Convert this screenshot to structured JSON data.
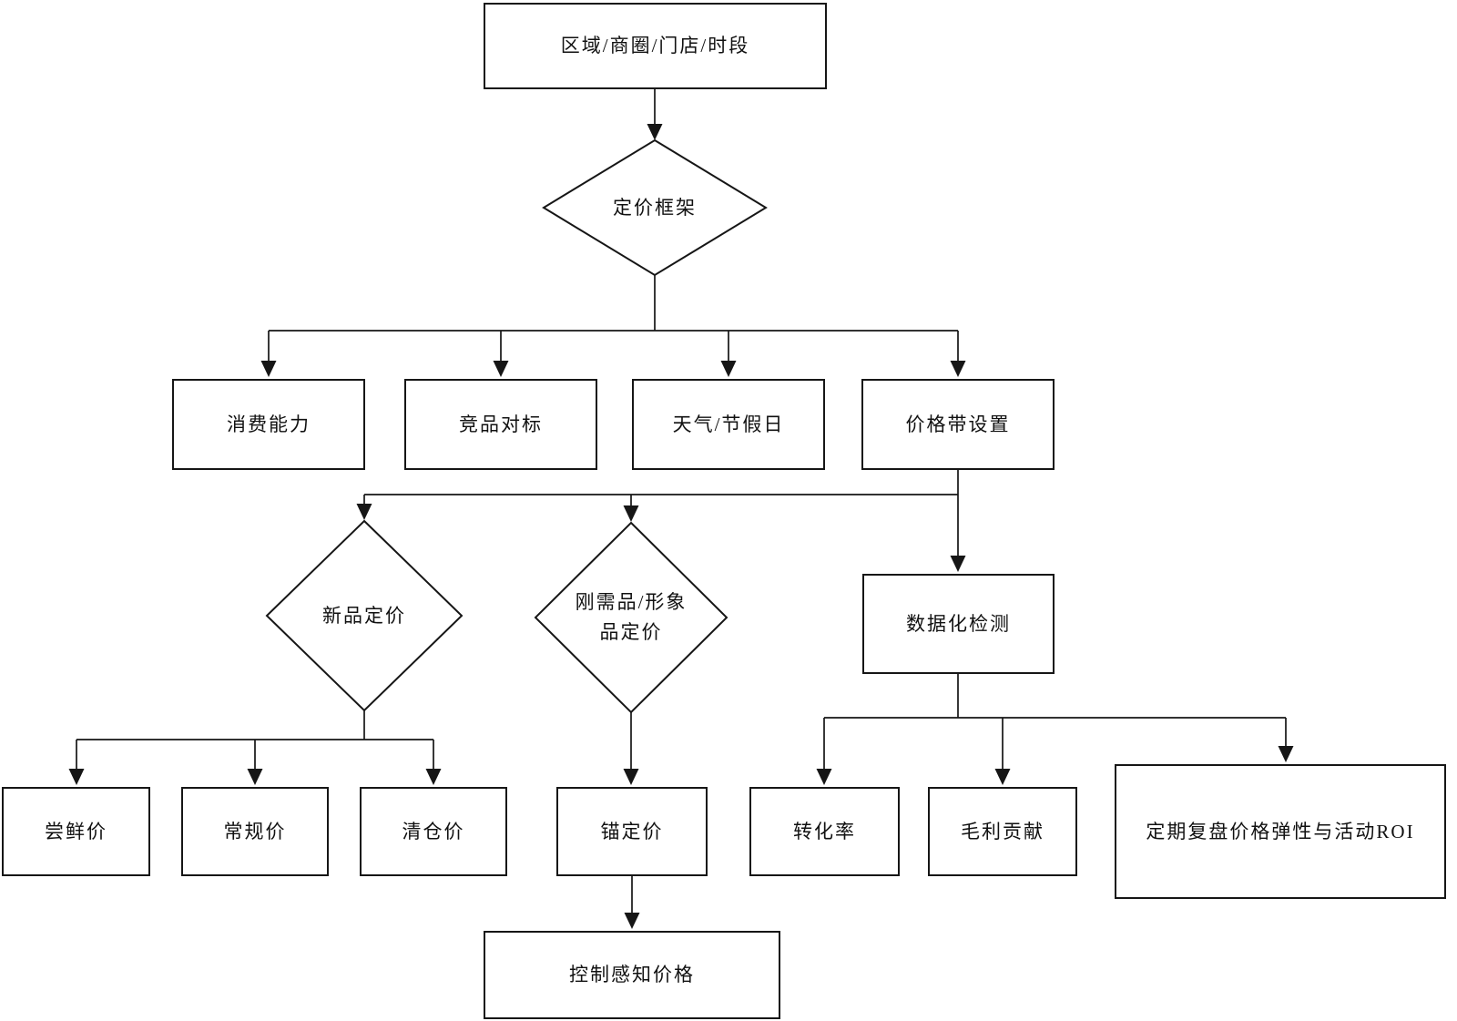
{
  "nodes": {
    "region": {
      "label": "区域/商圈/门店/时段",
      "shape": "rect"
    },
    "pricing_framework": {
      "label": "定价框架",
      "shape": "diamond"
    },
    "consumption_power": {
      "label": "消费能力",
      "shape": "rect"
    },
    "competitor_benchmark": {
      "label": "竞品对标",
      "shape": "rect"
    },
    "weather_holiday": {
      "label": "天气/节假日",
      "shape": "rect"
    },
    "price_band": {
      "label": "价格带设置",
      "shape": "rect"
    },
    "new_product_pricing": {
      "label": "新品定价",
      "shape": "diamond"
    },
    "essential_image_pricing": {
      "label": "刚需品/形象\n品定价",
      "shape": "diamond"
    },
    "data_monitoring": {
      "label": "数据化检测",
      "shape": "rect"
    },
    "trial_price": {
      "label": "尝鲜价",
      "shape": "rect"
    },
    "regular_price": {
      "label": "常规价",
      "shape": "rect"
    },
    "clearance_price": {
      "label": "清仓价",
      "shape": "rect"
    },
    "anchor_price": {
      "label": "锚定价",
      "shape": "rect"
    },
    "conversion_rate": {
      "label": "转化率",
      "shape": "rect"
    },
    "gross_margin_contribution": {
      "label": "毛利贡献",
      "shape": "rect"
    },
    "elasticity_roi_review": {
      "label": "定期复盘价格弹性与活动ROI",
      "shape": "rect"
    },
    "perceived_price_control": {
      "label": "控制感知价格",
      "shape": "rect"
    }
  },
  "edges": [
    {
      "from": "region",
      "to": "pricing_framework"
    },
    {
      "from": "pricing_framework",
      "to": "consumption_power"
    },
    {
      "from": "pricing_framework",
      "to": "competitor_benchmark"
    },
    {
      "from": "pricing_framework",
      "to": "weather_holiday"
    },
    {
      "from": "pricing_framework",
      "to": "price_band"
    },
    {
      "from": "price_band",
      "to": "new_product_pricing"
    },
    {
      "from": "price_band",
      "to": "essential_image_pricing"
    },
    {
      "from": "price_band",
      "to": "data_monitoring"
    },
    {
      "from": "new_product_pricing",
      "to": "trial_price"
    },
    {
      "from": "new_product_pricing",
      "to": "regular_price"
    },
    {
      "from": "new_product_pricing",
      "to": "clearance_price"
    },
    {
      "from": "essential_image_pricing",
      "to": "anchor_price"
    },
    {
      "from": "anchor_price",
      "to": "perceived_price_control"
    },
    {
      "from": "data_monitoring",
      "to": "conversion_rate"
    },
    {
      "from": "data_monitoring",
      "to": "gross_margin_contribution"
    },
    {
      "from": "data_monitoring",
      "to": "elasticity_roi_review"
    }
  ],
  "colors": {
    "stroke": "#161616",
    "node_fill": "#ffffff",
    "background": "#ffffff"
  },
  "arrow_style": "filled-triangle"
}
